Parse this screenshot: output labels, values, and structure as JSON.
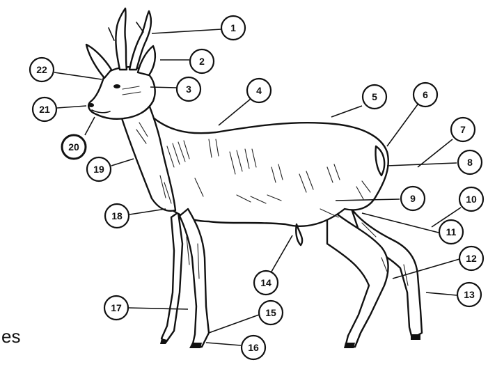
{
  "corner_text": "es",
  "labels": [
    "1",
    "2",
    "3",
    "4",
    "5",
    "6",
    "7",
    "8",
    "9",
    "10",
    "11",
    "12",
    "13",
    "14",
    "15",
    "16",
    "17",
    "18",
    "19",
    "20",
    "21",
    "22"
  ]
}
